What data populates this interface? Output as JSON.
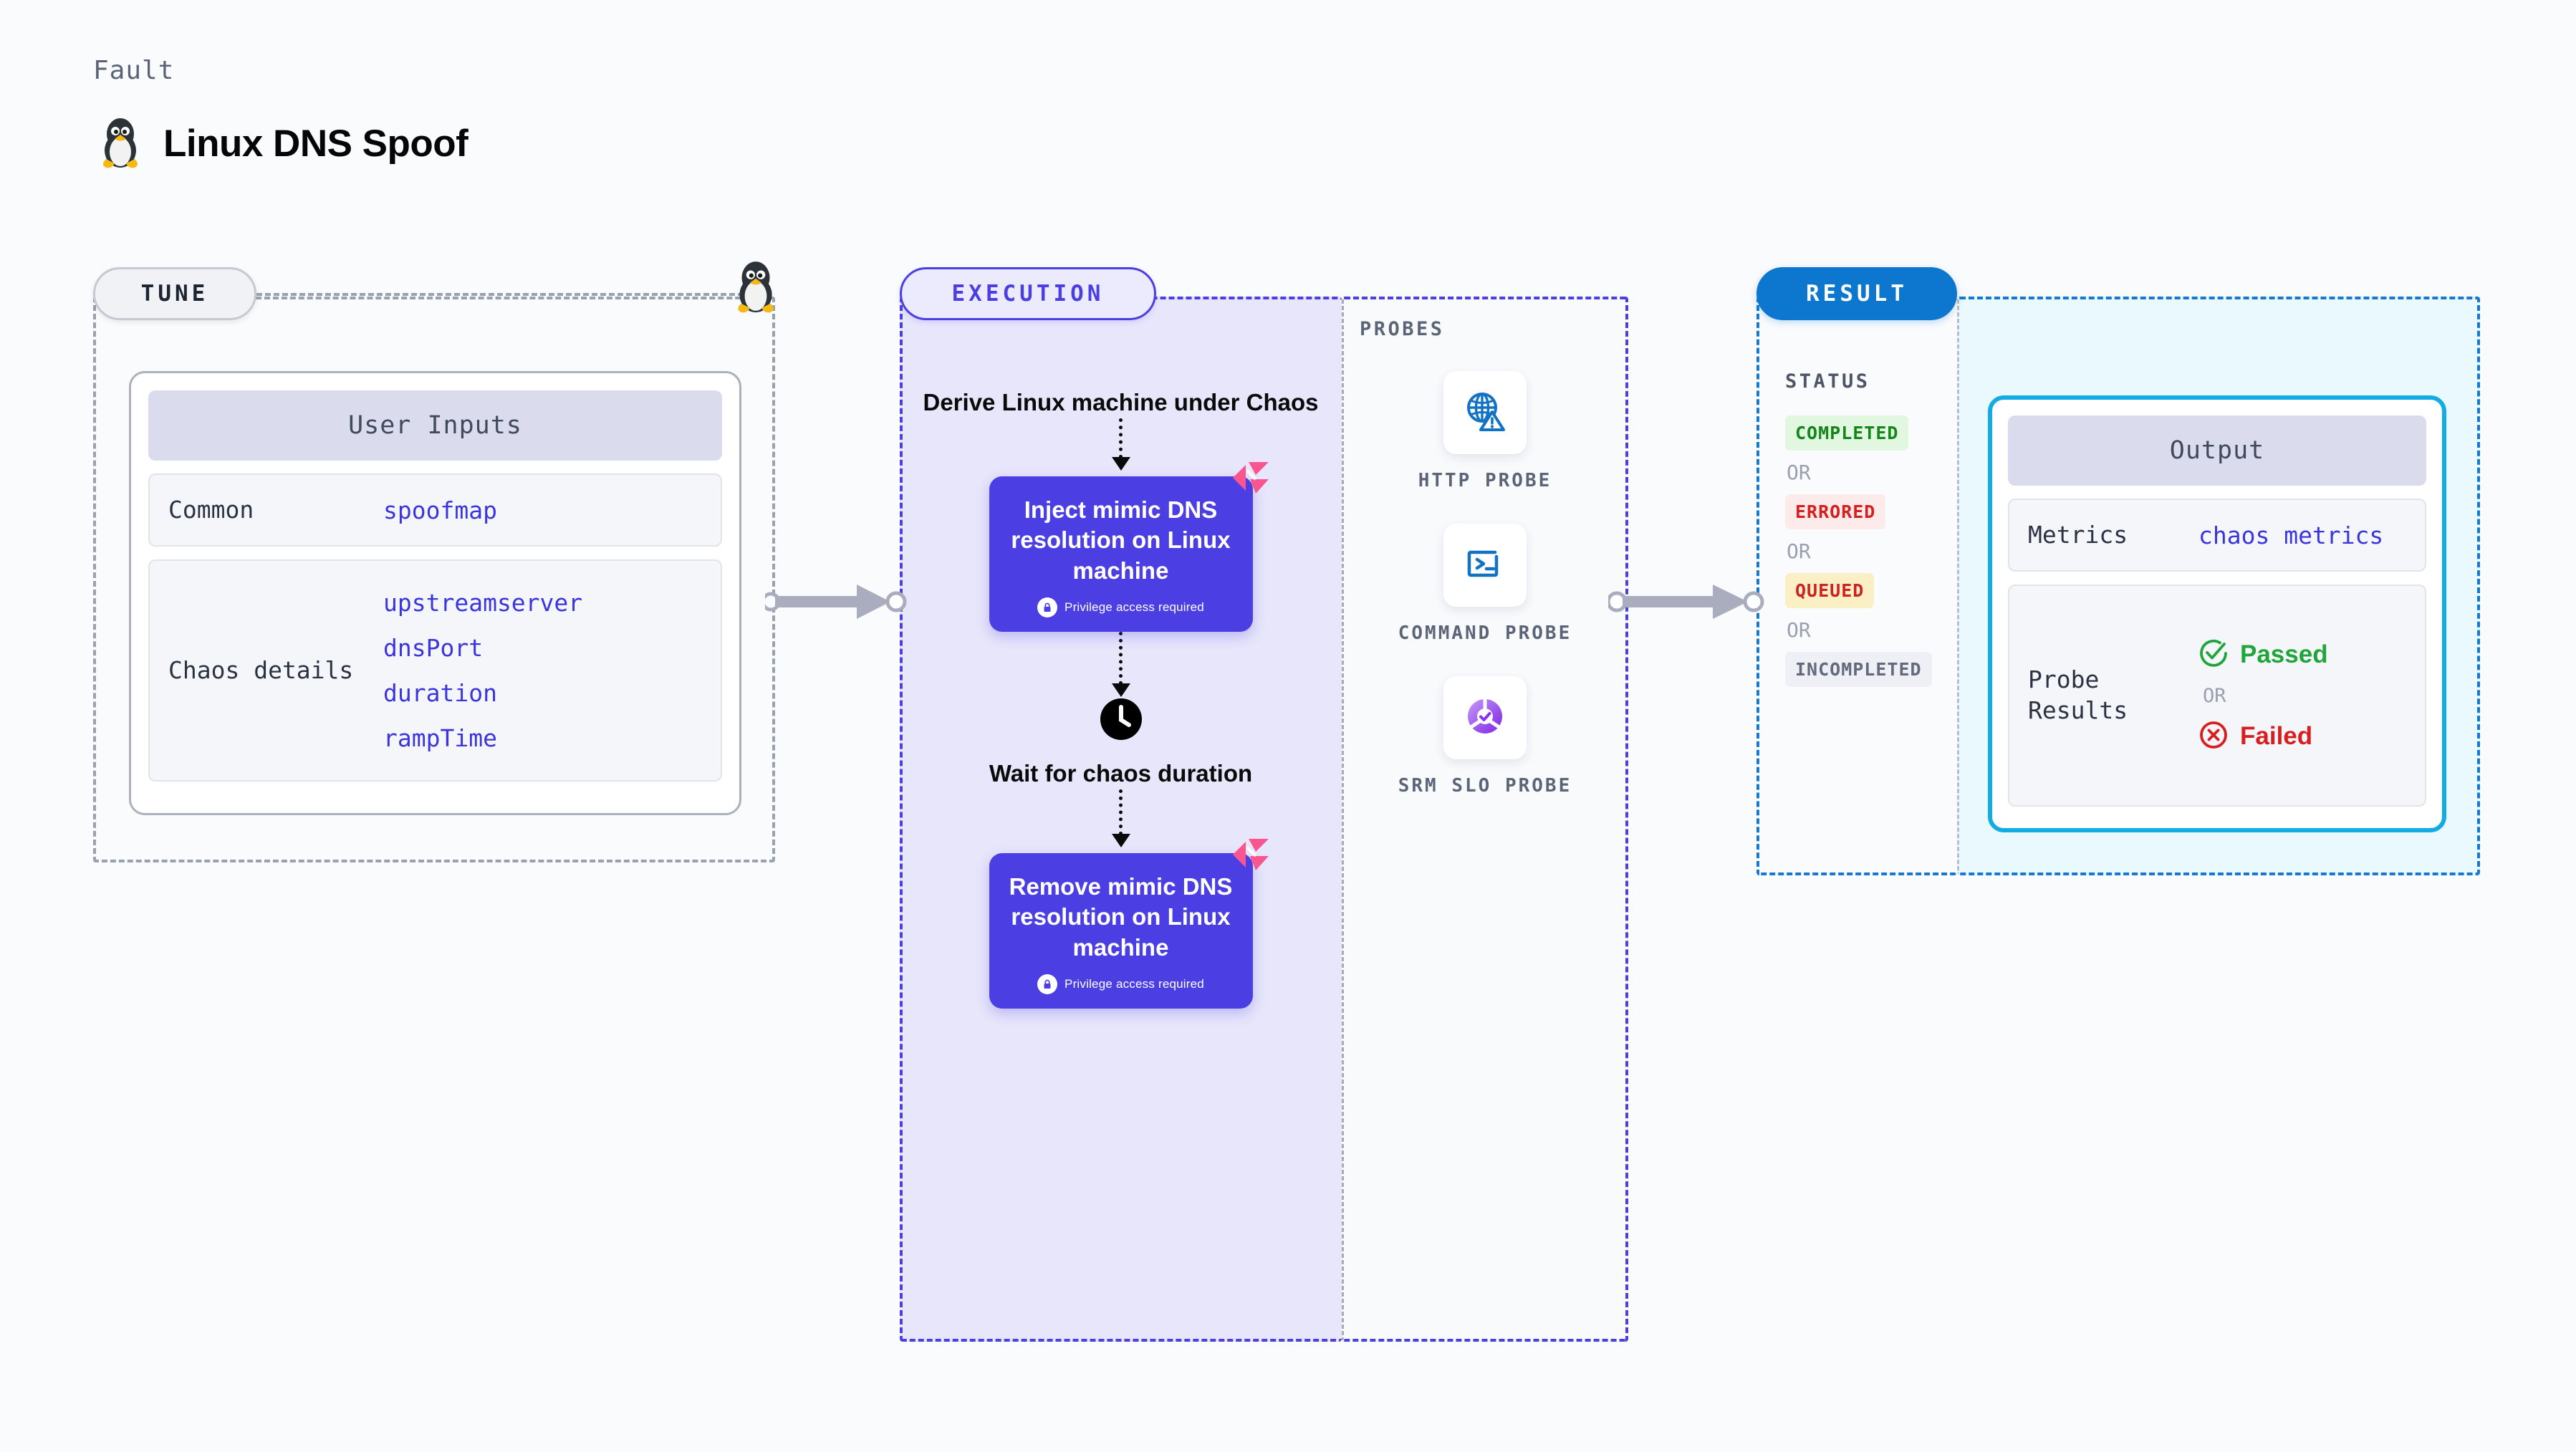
{
  "header": {
    "kicker": "Fault",
    "title": "Linux DNS Spoof",
    "icon": "linux-penguin-icon"
  },
  "stages": {
    "tune": {
      "pill_label": "TUNE"
    },
    "execution": {
      "pill_label": "EXECUTION"
    },
    "result": {
      "pill_label": "RESULT"
    }
  },
  "tune": {
    "card_title": "User Inputs",
    "rows": [
      {
        "key": "Common",
        "values": [
          "spoofmap"
        ]
      },
      {
        "key": "Chaos details",
        "values": [
          "upstreamserver",
          "dnsPort",
          "duration",
          "rampTime"
        ]
      }
    ]
  },
  "execution": {
    "derive_text": "Derive Linux machine under Chaos",
    "inject": {
      "title": "Inject mimic DNS resolution on Linux machine",
      "note": "Privilege access required",
      "note_icon": "lock-icon",
      "corner_icon": "litmus-icon"
    },
    "wait": {
      "icon": "clock-icon",
      "text": "Wait for chaos duration"
    },
    "remove": {
      "title": "Remove mimic DNS resolution on Linux machine",
      "note": "Privilege access required",
      "note_icon": "lock-icon",
      "corner_icon": "litmus-icon"
    }
  },
  "probes": {
    "label": "PROBES",
    "items": [
      {
        "name": "HTTP PROBE",
        "icon": "globe-warning-icon"
      },
      {
        "name": "COMMAND PROBE",
        "icon": "terminal-icon"
      },
      {
        "name": "SRM SLO PROBE",
        "icon": "slo-donut-check-icon"
      }
    ]
  },
  "result": {
    "status_label": "STATUS",
    "or_label": "OR",
    "statuses": [
      {
        "label": "COMPLETED",
        "tone": "green"
      },
      {
        "label": "ERRORED",
        "tone": "red"
      },
      {
        "label": "QUEUED",
        "tone": "yellow"
      },
      {
        "label": "INCOMPLETED",
        "tone": "grey"
      }
    ],
    "output": {
      "card_title": "Output",
      "metrics_key": "Metrics",
      "metrics_value": "chaos metrics",
      "probe_results_key": "Probe Results",
      "passed_label": "Passed",
      "passed_icon": "check-circle-icon",
      "failed_label": "Failed",
      "failed_icon": "x-circle-icon",
      "or_label": "OR"
    }
  },
  "colors": {
    "accent_purple": "#4b3fe4",
    "accent_blue": "#0d76ce",
    "accent_cyan": "#12abe3",
    "litmus_pink": "#f9568f",
    "value_blue": "#3b35de",
    "passed_green": "#20a53a",
    "failed_red": "#d81f1f"
  }
}
